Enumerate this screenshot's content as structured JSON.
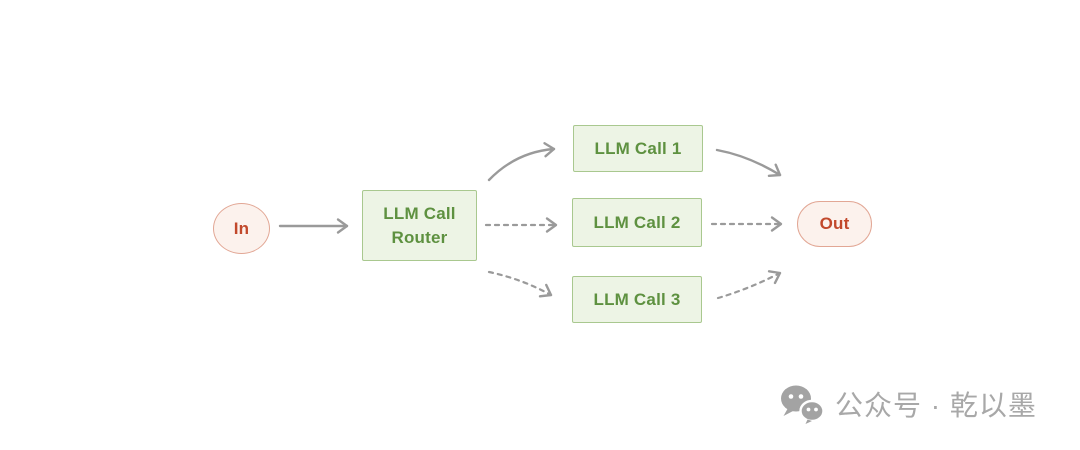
{
  "diagram": {
    "nodes": {
      "in": {
        "label": "In"
      },
      "router": {
        "lines": [
          "LLM Call",
          "Router"
        ]
      },
      "call1": {
        "label": "LLM Call 1"
      },
      "call2": {
        "label": "LLM Call 2"
      },
      "call3": {
        "label": "LLM Call 3"
      },
      "out": {
        "label": "Out"
      }
    },
    "edges": [
      {
        "from": "In",
        "to": "LLM Call Router",
        "style": "solid"
      },
      {
        "from": "LLM Call Router",
        "to": "LLM Call 1",
        "style": "solid"
      },
      {
        "from": "LLM Call Router",
        "to": "LLM Call 2",
        "style": "dashed"
      },
      {
        "from": "LLM Call Router",
        "to": "LLM Call 3",
        "style": "dashed"
      },
      {
        "from": "LLM Call 1",
        "to": "Out",
        "style": "solid"
      },
      {
        "from": "LLM Call 2",
        "to": "Out",
        "style": "dashed"
      },
      {
        "from": "LLM Call 3",
        "to": "Out",
        "style": "dashed"
      }
    ]
  },
  "watermark": {
    "icon": "wechat-icon",
    "text": "公众号 · 乾以墨"
  },
  "colors": {
    "green-fill": "#edf4e5",
    "green-border": "#a9c88f",
    "green-text": "#5e9140",
    "pink-fill": "#fcf2ed",
    "pink-border": "#e2a795",
    "pink-text": "#c2492c",
    "arrow": "#9a9a9a",
    "watermark": "#a8a8a8"
  }
}
